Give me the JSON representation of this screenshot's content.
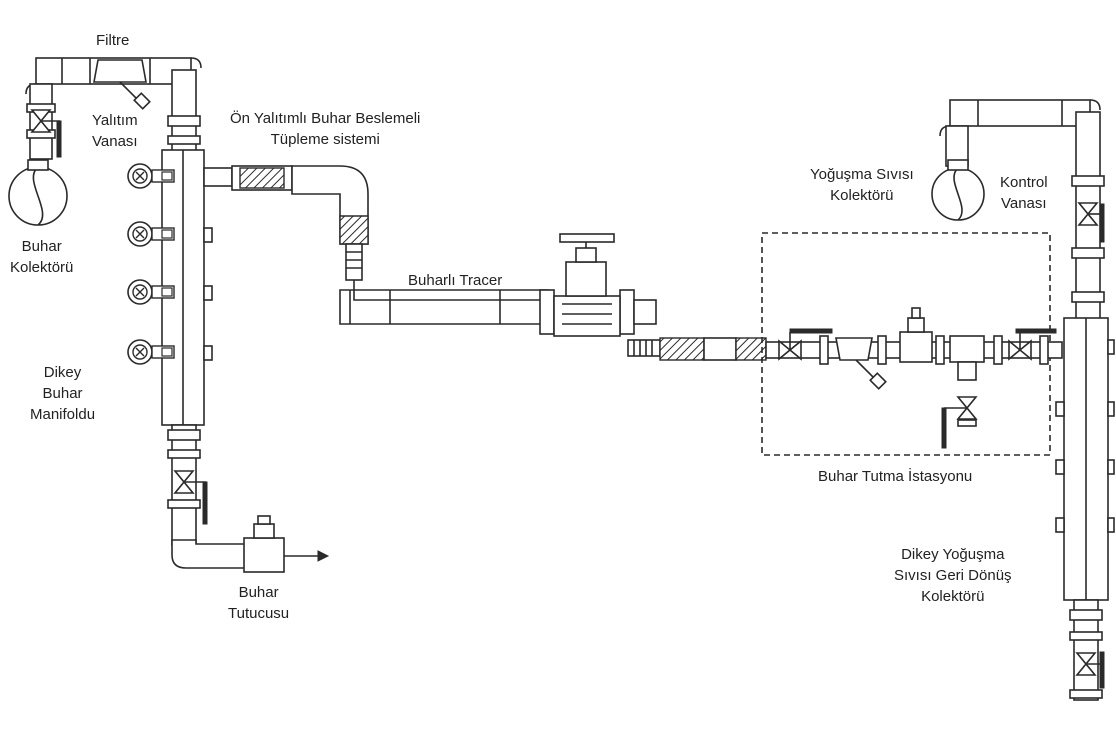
{
  "labels": {
    "filtre": "Filtre",
    "yalitim_vanasi": [
      "Yalıtım",
      "Vanası"
    ],
    "buhar_kolektoru": [
      "Buhar",
      "Kolektörü"
    ],
    "on_yalitimli": [
      "Ön Yalıtımlı Buhar Beslemeli",
      "Tüpleme sistemi"
    ],
    "dikey_buhar_manifoldu": [
      "Dikey",
      "Buhar",
      "Manifoldu"
    ],
    "buharli_tracer": "Buharlı Tracer",
    "buhar_tutucusu": [
      "Buhar",
      "Tutucusu"
    ],
    "yogusma_sivisi_kolektoru": [
      "Yoğuşma Sıvısı",
      "Kolektörü"
    ],
    "kontrol_vanasi": [
      "Kontrol",
      "Vanası"
    ],
    "buhar_tutma_istasyonu": "Buhar Tutma İstasyonu",
    "dikey_yogusma": [
      "Dikey Yoğuşma",
      "Sıvısı Geri Dönüş",
      "Kolektörü"
    ]
  },
  "icons": [
    "steam-collector-icon",
    "condensate-collector-icon",
    "gate-valve-icon",
    "ball-valve-icon",
    "strainer-icon",
    "steam-trap-icon"
  ],
  "colors": {
    "line": "#2a2a2a",
    "background": "#ffffff"
  }
}
